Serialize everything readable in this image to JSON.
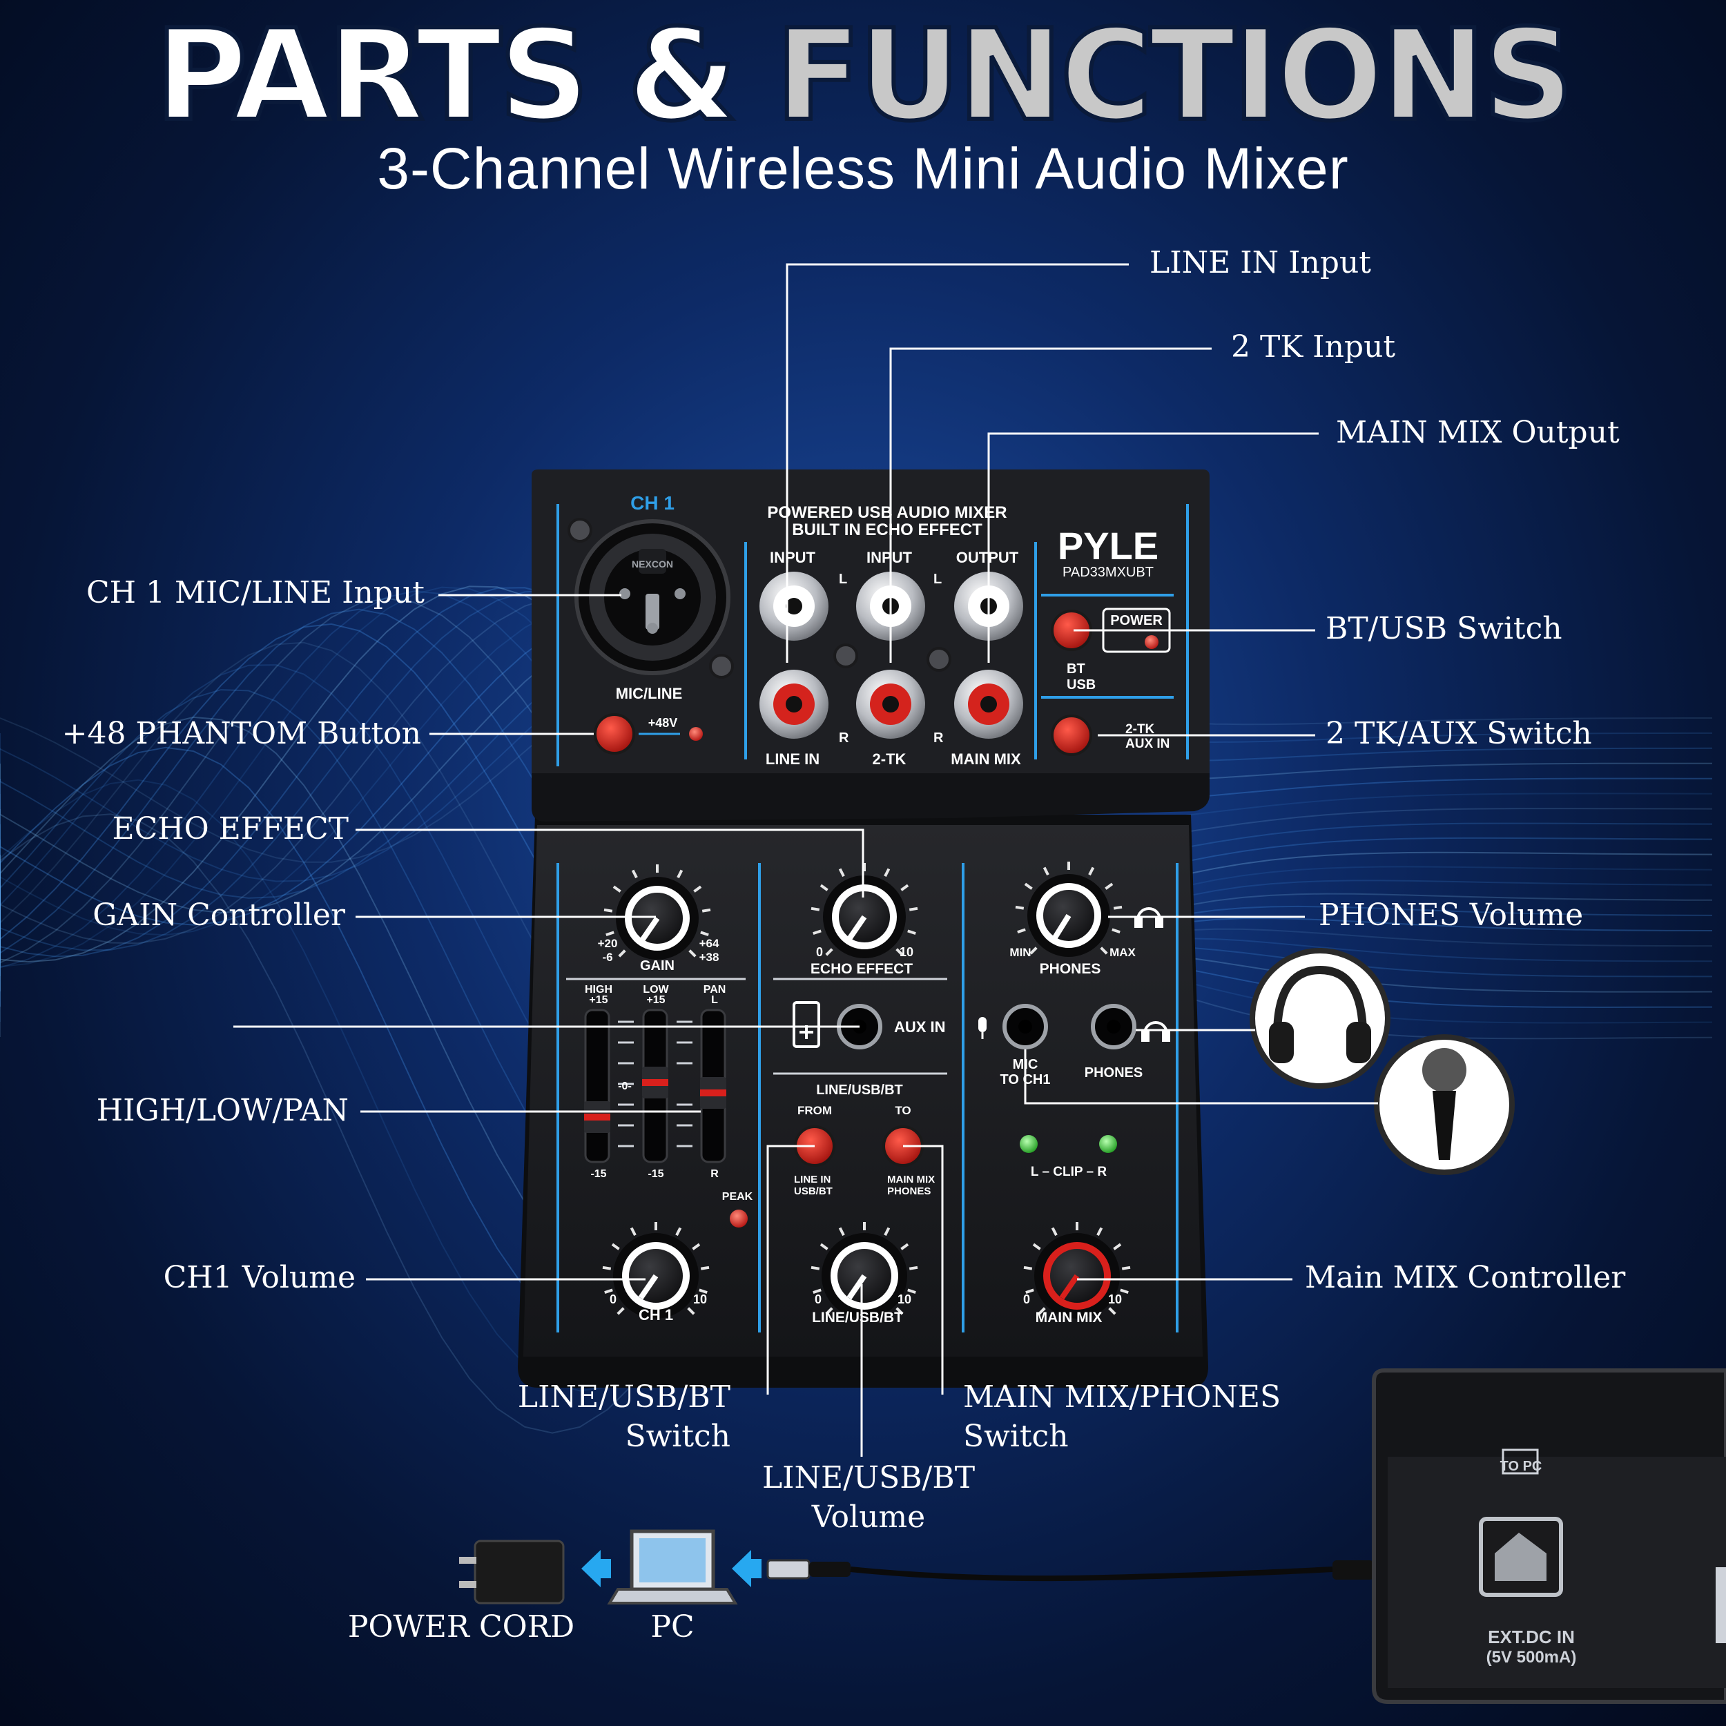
{
  "title": {
    "part1": "PARTS &",
    "part2": "FUNCTIONS"
  },
  "subtitle": "3-Channel Wireless Mini Audio Mixer",
  "callouts": {
    "line_in_input": "LINE IN Input",
    "tk2_input": "2 TK Input",
    "main_mix_output": "MAIN MIX Output",
    "ch1_mic_line_input": "CH 1 MIC/LINE Input",
    "bt_usb_switch": "BT/USB Switch",
    "phantom_button": "+48 PHANTOM Button",
    "tk_aux_switch": "2 TK/AUX Switch",
    "echo_effect": "ECHO EFFECT",
    "gain_controller": "GAIN Controller",
    "phones_volume": "PHONES Volume",
    "high_low_pan": "HIGH/LOW/PAN",
    "ch1_volume": "CH1 Volume",
    "main_mix_controller": "Main MIX Controller",
    "line_usb_bt_switch": [
      "LINE/USB/BT",
      "Switch"
    ],
    "main_mix_phones_switch": [
      "MAIN MIX/PHONES",
      "Switch"
    ],
    "line_usb_bt_volume": [
      "LINE/USB/BT",
      "Volume"
    ],
    "power_cord": "POWER CORD",
    "pc": "PC"
  },
  "device": {
    "ch1": "CH 1",
    "header1": "POWERED USB AUDIO MIXER",
    "header2": "BUILT IN ECHO EFFECT",
    "brand": "PYLE",
    "model": "PAD33MXUBT",
    "jack_brand": "NEXCON",
    "input": "INPUT",
    "output": "OUTPUT",
    "l": "L",
    "r": "R",
    "line_in": "LINE IN",
    "tk2": "2-TK",
    "main_mix": "MAIN MIX",
    "mic_line": "MIC/LINE",
    "v48": "+48V",
    "power": "POWER",
    "bt": "BT",
    "usb": "USB",
    "sw_2tk": "2-TK",
    "sw_aux": "AUX IN",
    "gain": "GAIN",
    "gain_l1": "+20",
    "gain_l2": "-6",
    "gain_r1": "+64",
    "gain_r2": "+38",
    "echo_effect": "ECHO EFFECT",
    "zero": "0",
    "ten": "10",
    "phones": "PHONES",
    "min": "MIN",
    "max": "MAX",
    "high": "HIGH",
    "low": "LOW",
    "pan": "PAN",
    "p15": "+15",
    "m15": "-15",
    "mark0": "-0-",
    "aux_in": "AUX IN",
    "mic": "MIC",
    "to_ch1": "TO CH1",
    "line_usb_bt": "LINE/USB/BT",
    "from": "FROM",
    "to": "TO",
    "sw_line_in": "LINE IN",
    "sw_usb_bt": "USB/BT",
    "sw_main_mix": "MAIN MIX",
    "sw_phones": "PHONES",
    "clip": "L – CLIP – R",
    "peak": "PEAK",
    "ch1_vol": "CH 1",
    "to_pc": "TO PC",
    "ext_dc_1": "EXT.DC IN",
    "ext_dc_2": "(5V 500mA)"
  },
  "colors": {
    "accent_blue": "#2f9fe8",
    "button_red": "#d9201c",
    "led_green": "#3fd33f",
    "panel": "#1b1c1f",
    "arrow_blue": "#27a8f0"
  }
}
